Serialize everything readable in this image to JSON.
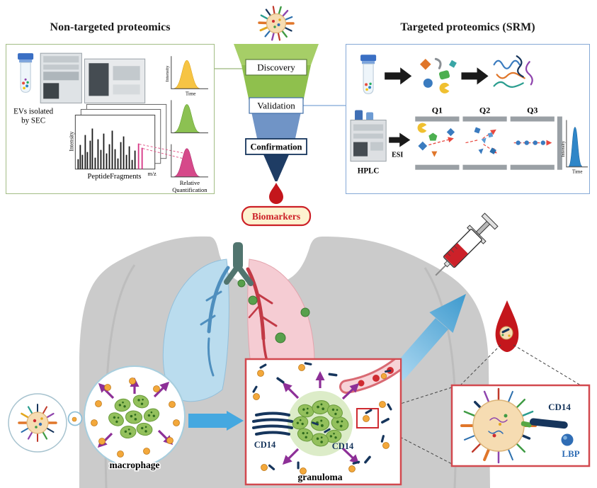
{
  "left_panel": {
    "title": "Non-targeted proteomics",
    "ev_caption_line1": "EVs isolated",
    "ev_caption_line2": "by SEC",
    "spectra_ylabel": "Intensity",
    "spectra_xlabel": "m/z",
    "spectra_caption": "PeptideFragments",
    "chrom_ylabel": "Intensity",
    "chrom_xlabel": "Time",
    "quant_line1": "Relative",
    "quant_line2": "Quantification"
  },
  "funnel": {
    "levels": [
      "Discovery",
      "Validation",
      "Confirmation"
    ],
    "biomarkers": "Biomarkers"
  },
  "right_panel": {
    "title": "Targeted proteomics (SRM)",
    "quadrupoles": [
      "Q1",
      "Q2",
      "Q3"
    ],
    "hplc": "HPLC",
    "esi": "ESI",
    "chrom_ylabel": "Intensity",
    "chrom_xlabel": "Time"
  },
  "anatomy": {
    "macrophage": "macrophage",
    "granuloma": "granuloma",
    "cd14_granuloma_left": "CD14",
    "cd14_granuloma_right": "CD14",
    "cd14_zoom": "CD14",
    "lbp": "LBP"
  },
  "colors": {
    "accent_red": "#c4161c",
    "navy": "#16355c",
    "green_border": "#a3bd85",
    "blue_border": "#85a9d6",
    "arrow_blue": "#45a8e0",
    "arrow_purple": "#8d2f97"
  }
}
